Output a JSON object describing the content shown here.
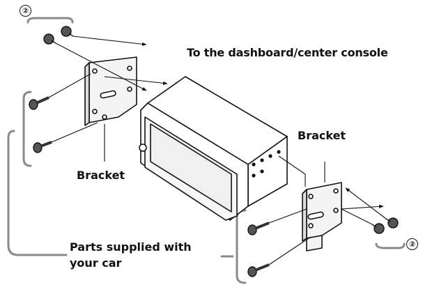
{
  "labels": {
    "to_console": "To the dashboard/center console",
    "bracket_left": "Bracket",
    "bracket_right": "Bracket",
    "parts_line1": "Parts supplied with",
    "parts_line2": "your car"
  },
  "callouts": {
    "top_left": "②",
    "bottom_right": "②"
  },
  "colors": {
    "line": "#111111",
    "bracket_fill": "#f4f4f4",
    "unit_fill": "#ffffff",
    "screen_fill": "#f0f0f0",
    "grouping_bracket": "#8a8a8a"
  }
}
